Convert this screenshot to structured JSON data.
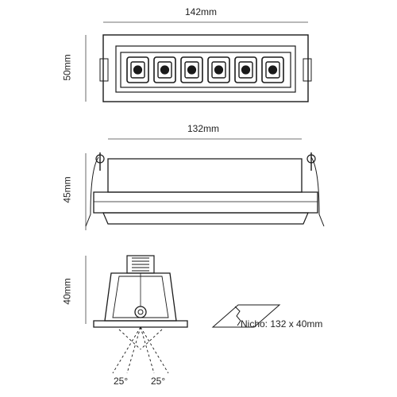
{
  "views": {
    "front": {
      "width_label": "142mm",
      "height_label": "50mm",
      "led_count": 6
    },
    "side": {
      "width_label": "132mm",
      "height_label": "45mm"
    },
    "section": {
      "height_label": "40mm",
      "angle_left": "25°",
      "angle_right": "25°",
      "niche_label": "Nicho: 132 x 40mm"
    }
  },
  "colors": {
    "line": "#1a1a1a",
    "dim_line": "#444444",
    "fill_light": "#f2f2f2"
  }
}
